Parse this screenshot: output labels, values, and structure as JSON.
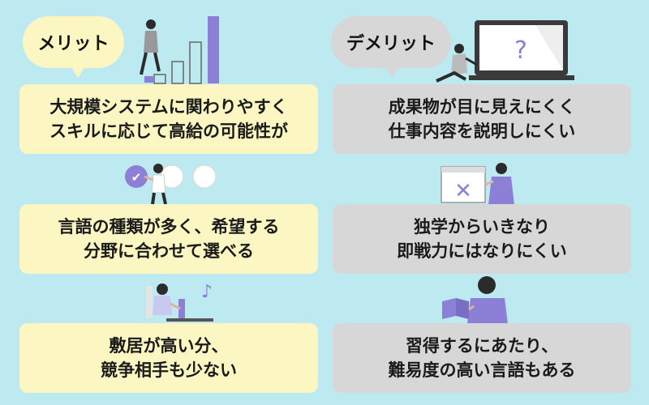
{
  "merit": {
    "heading": "メリット",
    "items": [
      {
        "line1": "大規模システムに関わりやすく",
        "line2": "スキルに応じて高給の可能性が"
      },
      {
        "line1": "言語の種類が多く、希望する",
        "line2": "分野に合わせて選べる"
      },
      {
        "line1": "敷居が高い分、",
        "line2": "競争相手も少ない"
      }
    ]
  },
  "demerit": {
    "heading": "デメリット",
    "items": [
      {
        "line1": "成果物が目に見えにくく",
        "line2": "仕事内容を説明しにくい"
      },
      {
        "line1": "独学からいきなり",
        "line2": "即戦力にはなりにくい"
      },
      {
        "line1": "習得するにあたり、",
        "line2": "難易度の高い言語もある"
      }
    ]
  },
  "illustrations": {
    "laptop_symbol": "?",
    "screen_symbol": "✕",
    "music_symbol": "♪",
    "check_symbol": "✔"
  },
  "colors": {
    "background": "#bdeaf0",
    "merit": "#fbf6c2",
    "demerit": "#d7d7d7",
    "accent": "#8b7fd6"
  }
}
